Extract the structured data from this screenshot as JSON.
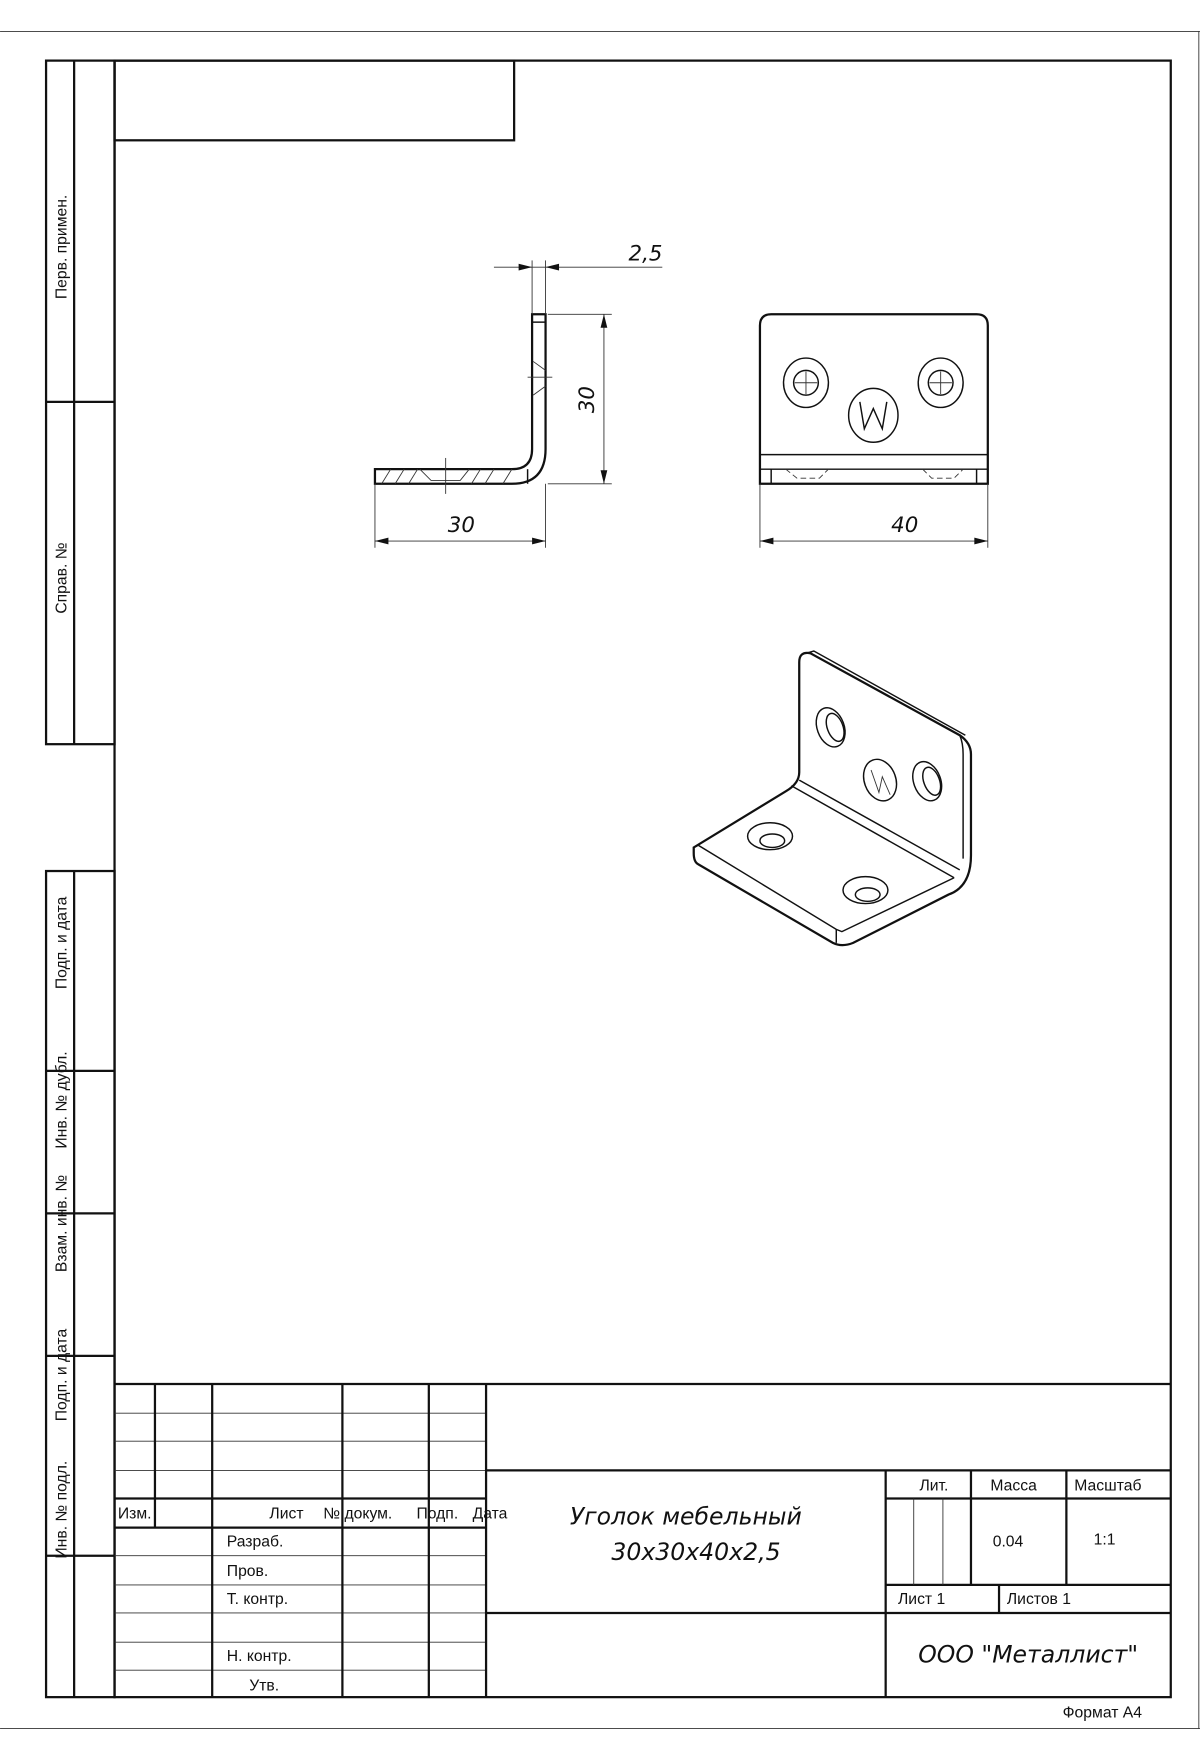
{
  "side_strip": {
    "perv_primen": "Перв. примен.",
    "sprav_no": "Справ. №",
    "podp_data_1": "Подп. и дата",
    "inv_dubl": "Инв. № дубл.",
    "vzam_inv": "Взам. инв. №",
    "podp_data_2": "Подп. и дата",
    "inv_podl": "Инв. № подл."
  },
  "dimensions": {
    "thickness": "2,5",
    "height": "30",
    "depth": "30",
    "width": "40"
  },
  "title_block": {
    "columns": {
      "izm": "Изм.",
      "list": "Лист",
      "n_dokum": "№ докум.",
      "podp": "Подп.",
      "data": "Дата"
    },
    "roles": {
      "razrab": "Разраб.",
      "prov": "Пров.",
      "t_kontr": "Т. контр.",
      "n_kontr": "Н. контр.",
      "utv": "Утв."
    },
    "title_line1": "Уголок мебельный",
    "title_line2": "30x30x40x2,5",
    "lit_label": "Лит.",
    "massa_label": "Масса",
    "masshtab_label": "Масштаб",
    "massa_value": "0.04",
    "masshtab_value": "1:1",
    "sheet": "Лист 1",
    "sheets": "Листов 1",
    "organization": "ООО \"Металлист\"",
    "format": "Формат А4"
  }
}
